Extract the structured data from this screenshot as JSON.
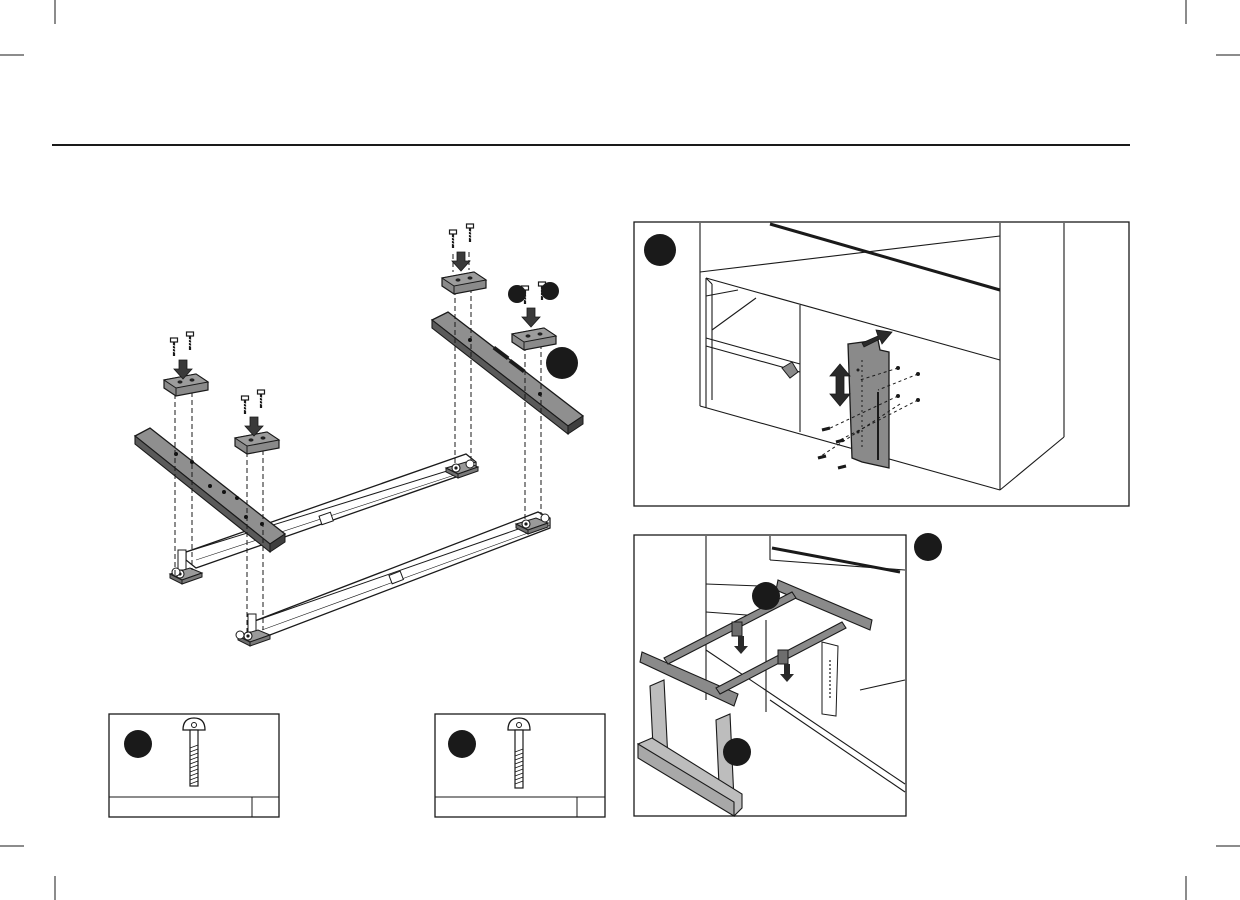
{
  "page": {
    "background": "#ffffff",
    "line_color": "#1a1a1a",
    "part_fill": "#8a8a8a",
    "dark_fill": "#555555",
    "wood_fill": "#bdbdbd"
  },
  "hardware_boxes": [
    {
      "name": "bolt-box-left",
      "icon": "bolt-icon"
    },
    {
      "name": "bolt-box-right",
      "icon": "bolt-icon"
    }
  ],
  "panels": [
    {
      "name": "cabinet-bracket-panel",
      "icon": "adjustable-bracket-icon"
    },
    {
      "name": "frame-install-panel",
      "icon": "frame-install-icon"
    }
  ]
}
